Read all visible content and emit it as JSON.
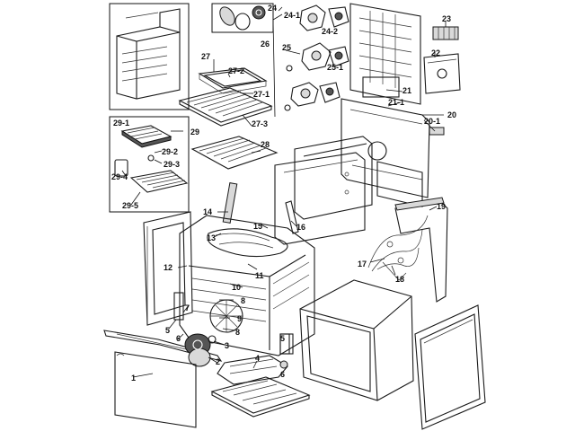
{
  "labels": {
    "p1": "1",
    "p2": "2",
    "p3": "3",
    "p4": "4",
    "p5a": "5",
    "p5b": "5",
    "p6a": "6",
    "p6b": "6",
    "p7": "7",
    "p8a": "8",
    "p8b": "8",
    "p9": "9",
    "p10": "10",
    "p11": "11",
    "p12": "12",
    "p13": "13",
    "p14": "14",
    "p15": "15",
    "p16": "16",
    "p17": "17",
    "p18": "18",
    "p19": "19",
    "p20": "20",
    "p20_1": "20-1",
    "p21": "21",
    "p21_1": "21-1",
    "p22": "22",
    "p23": "23",
    "p24": "24",
    "p24_1": "24-1",
    "p24_2": "24-2",
    "p25": "25",
    "p25_1": "25-1",
    "p26": "26",
    "p27": "27",
    "p27_1": "27-1",
    "p27_2": "27-2",
    "p27_3": "27-3",
    "p28": "28",
    "p29": "29",
    "p29_1": "29-1",
    "p29_2": "29-2",
    "p29_3": "29-3",
    "p29_4": "29-4",
    "p29_5": "29-5"
  }
}
